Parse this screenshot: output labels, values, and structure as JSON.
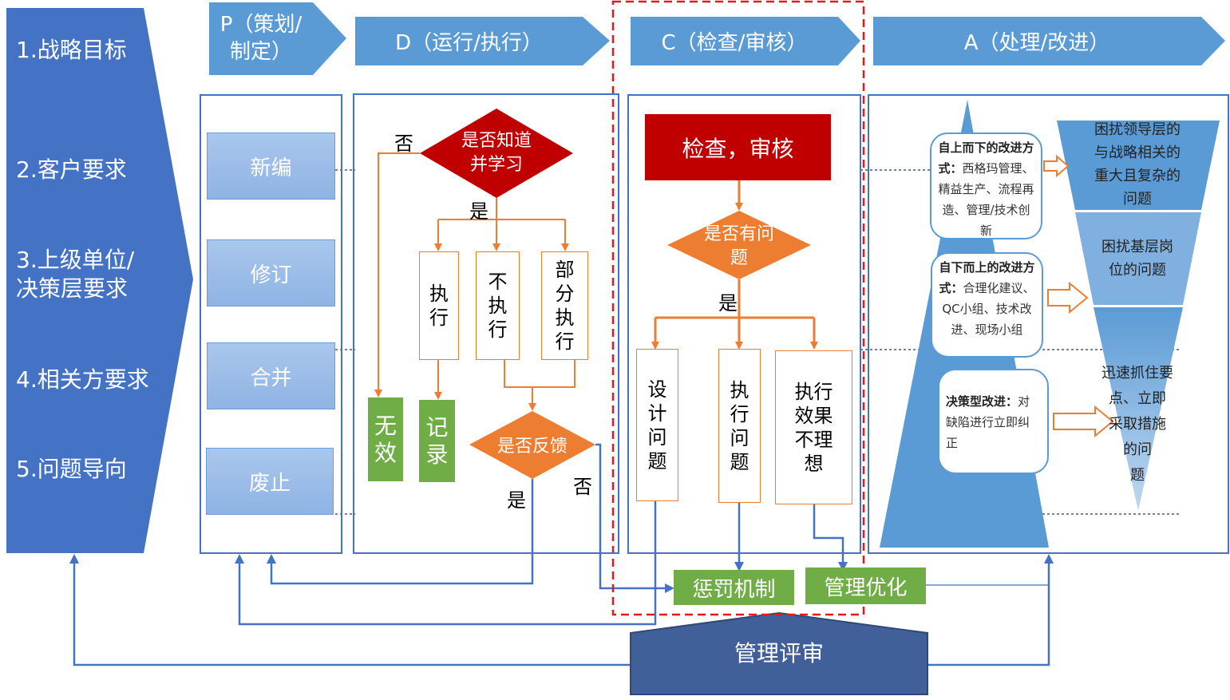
{
  "inputs": {
    "items": [
      "1.战略目标",
      "2.客户要求",
      "3.上级单位/\n决策层要求",
      "4.相关方要求",
      "5.问题导向"
    ],
    "color": "#4472c4"
  },
  "phases": {
    "p": "P（策划/\n制定）",
    "d": "D（运行/执行）",
    "c": "C（检查/审核）",
    "a": "A（处理/改进）",
    "color": "#5b9bd5"
  },
  "plan": {
    "new": "新编",
    "revise": "修订",
    "merge": "合并",
    "abolish": "废止"
  },
  "do": {
    "question": "是否知道\n并学习",
    "no_label": "否",
    "yes_label": "是",
    "exec": "执\n行",
    "not_exec": "不\n执\n行",
    "partial": "部\n分\n执\n行",
    "invalid": "无\n效",
    "record": "记\n录",
    "feedback": "是否反馈",
    "feedback_yes": "是",
    "feedback_no": "否"
  },
  "check": {
    "title": "检查，审核",
    "question": "是否有问\n题",
    "yes_label": "是",
    "design": "设\n计\n问\n题",
    "execution": "执\n行\n问\n题",
    "poor": "执行\n效果\n不理\n想"
  },
  "act": {
    "top_down_title": "自上而下的改进方式：",
    "top_down_text": "西格玛管理、精益生产、流程再造、管理/技术创新",
    "bottom_up_title": "自下而上的改进方式：",
    "bottom_up_text": "合理化建议、QC小组、技术改进、现场小组",
    "decision_title": "决策型改进：",
    "decision_text": "对缺陷进行立即纠正",
    "funnel_top": "困扰领导层的\n与战略相关的\n重大且复杂的\n问题",
    "funnel_mid": "困扰基层岗\n位的问题",
    "funnel_bottom": "迅速抓住要\n点、立即\n采取措施\n的问\n题"
  },
  "bottom": {
    "punish": "惩罚机制",
    "optimize": "管理优化",
    "review": "管理评审"
  },
  "colors": {
    "red": "#c00000",
    "orange": "#ed7d31",
    "green": "#70ad47",
    "navy": "#41609a",
    "blue": "#4472c4",
    "dash": "#e31a1a"
  }
}
